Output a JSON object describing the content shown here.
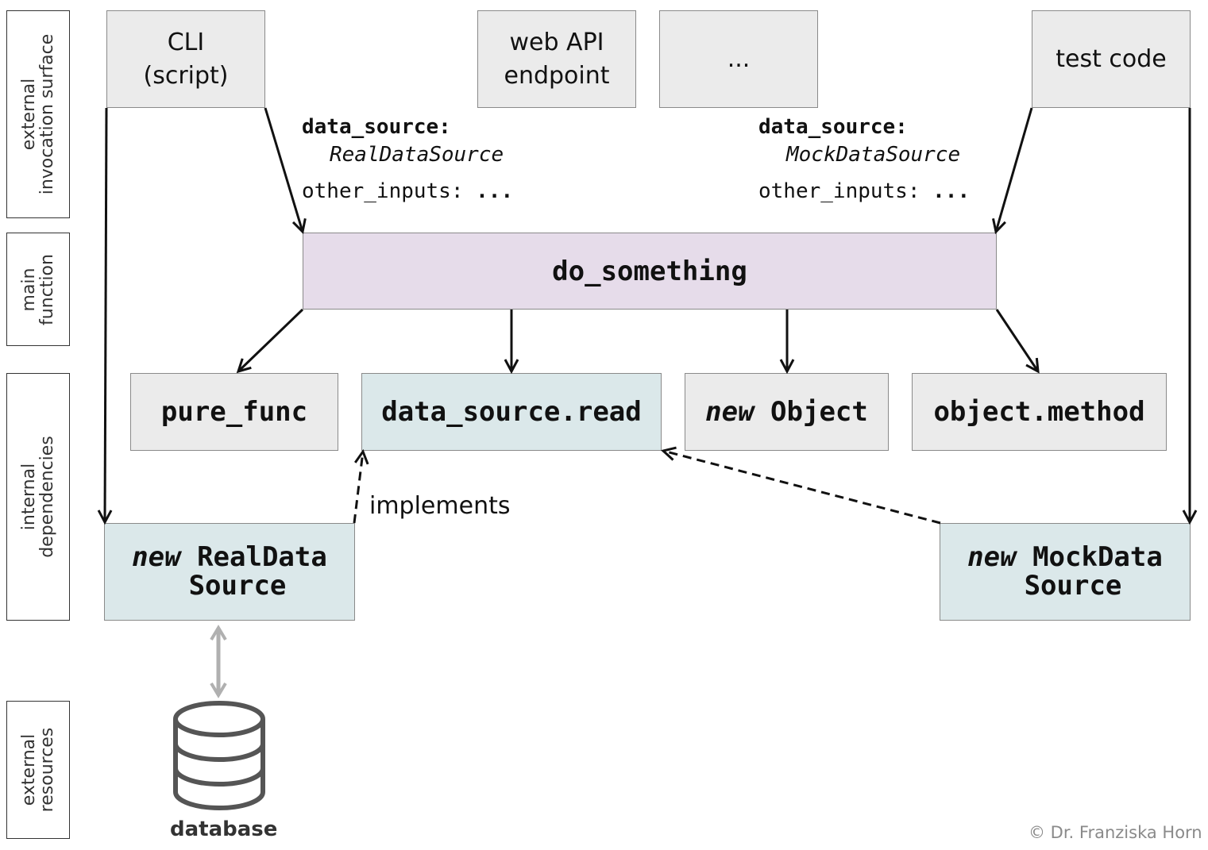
{
  "layers": {
    "invocation": [
      "external",
      "invocation surface"
    ],
    "main": [
      "main",
      "function"
    ],
    "internal": [
      "internal",
      "dependencies"
    ],
    "resources": [
      "external",
      "resources"
    ]
  },
  "entry_points": {
    "cli": [
      "CLI",
      "(script)"
    ],
    "web_api": [
      "web API",
      "endpoint"
    ],
    "ellipsis": "...",
    "test_code": "test code"
  },
  "inputs_left": {
    "data_source_key": "data_source:",
    "data_source_value": "RealDataSource",
    "other_inputs_key": "other_inputs:",
    "other_inputs_value": "..."
  },
  "inputs_right": {
    "data_source_key": "data_source:",
    "data_source_value": "MockDataSource",
    "other_inputs_key": "other_inputs:",
    "other_inputs_value": "..."
  },
  "main_function": "do_something",
  "dependencies": {
    "pure_func": "pure_func",
    "data_source_read": "data_source.read",
    "new_object_kw": "new",
    "new_object_name": "Object",
    "object_method": "object.method"
  },
  "real_source": {
    "kw": "new",
    "line1": "RealData",
    "line2": "Source"
  },
  "mock_source": {
    "kw": "new",
    "line1": "MockData",
    "line2": "Source"
  },
  "implements_label": "implements",
  "database_label": "database",
  "copyright": "© Dr. Franziska Horn",
  "colors": {
    "grey_box": "#ebebeb",
    "main_box": "#e6dcea",
    "interface_box": "#dbe8ea",
    "database_icon": "#555555",
    "db_link": "#b0b0b0"
  }
}
